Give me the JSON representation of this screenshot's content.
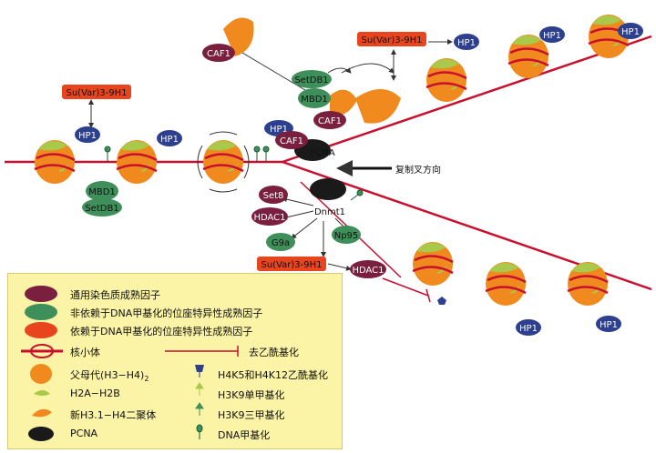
{
  "labels": {
    "su_var_left": "Su(Var)3-9H1",
    "su_var_top": "Su(Var)3-9H1",
    "su_var_bottom": "Su(Var)3-9H1",
    "hp1": "HP1",
    "mbd1": "MBD1",
    "setdb1": "SetDB1",
    "caf1": "CAF1",
    "pcna": "PCNA",
    "set8": "Set8",
    "hdac1": "HDAC1",
    "dnmt1": "Dnmt1",
    "g9a": "G9a",
    "np95": "Np95",
    "fork_direction": "复制叉方向"
  },
  "legend": {
    "general_factor": "通用染色质成熟因子",
    "dna_indep_factor": "非依赖于DNA甲基化的位座特异性成熟因子",
    "dna_dep_factor": "依赖于DNA甲基化的位座特异性成熟因子",
    "nucleosome": "核小体",
    "deacetylation": "去乙酰基化",
    "parental_h3h4": "父母代(H3−H4)",
    "parental_sub": "2",
    "h2a_h2b": "H2A−H2B",
    "new_h31_h4": "新H3.1−H4二聚体",
    "pcna": "PCNA",
    "h4k5_acetyl": "H4K5和H4K12乙酰基化",
    "h3k9_mono": "H3K9单甲基化",
    "h3k9_tri": "H3K9三甲基化",
    "dna_methyl": "DNA甲基化"
  },
  "colors": {
    "general": "#7a1f3d",
    "dna_indep": "#3e8f5a",
    "dna_dep": "#e8441e",
    "hp1": "#2d3f8f",
    "nucleosome_orange": "#f08a1e",
    "nucleosome_green": "#a8c94a",
    "dna_line": "#c8102e",
    "legend_bg": "#fbf3a6"
  }
}
